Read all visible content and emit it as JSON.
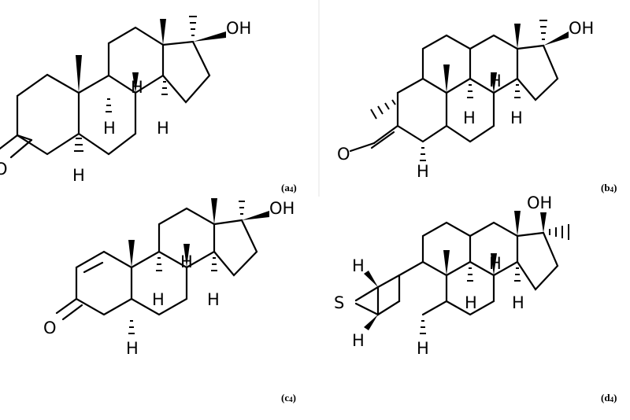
{
  "panels": [
    {
      "id": "a",
      "label": "(a",
      "sub": "4",
      "atoms": [
        "OH",
        "H",
        "H",
        "H",
        "O",
        "H"
      ]
    },
    {
      "id": "b",
      "label": "(b",
      "sub": "4",
      "atoms": [
        "OH",
        "H",
        "H",
        "H",
        "O",
        "H"
      ]
    },
    {
      "id": "c",
      "label": "(c",
      "sub": "4",
      "atoms": [
        "OH",
        "H",
        "H",
        "H",
        "O",
        "H"
      ]
    },
    {
      "id": "d",
      "label": "(d",
      "sub": "4",
      "atoms": [
        "OH",
        "H",
        "H",
        "H",
        "H",
        "S",
        "H",
        "H"
      ]
    }
  ],
  "close_paren": ")"
}
